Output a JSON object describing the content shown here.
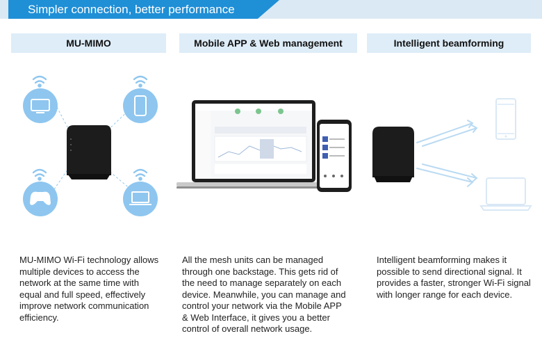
{
  "banner": {
    "title": "Simpler connection, better performance"
  },
  "columns": [
    {
      "heading": "MU-MIMO",
      "description": "MU-MIMO Wi-Fi technology allows multiple devices to access the network at the same time with equal and full speed, effectively improve network communication efficiency."
    },
    {
      "heading": "Mobile APP & Web management",
      "description": "All the mesh units can be managed through one backstage. This gets rid of the need to manage separately on each device. Meanwhile, you can manage and control your network via the Mobile APP & Web Interface, it gives you a better control of overall network usage."
    },
    {
      "heading": "Intelligent beamforming",
      "description": "Intelligent beamforming makes it possible to send directional signal. It provides a faster, stronger Wi-Fi signal with longer range for each device."
    }
  ],
  "colors": {
    "banner": "#1f8fd6",
    "header_bg": "#deedf8",
    "top_strip": "#dbe9f4",
    "device_circle": "#8ec6ef"
  },
  "icons": [
    "wifi-icon",
    "tv-icon",
    "phone-icon",
    "gamepad-icon",
    "laptop-icon",
    "router-icon",
    "laptop-screen-icon",
    "smartphone-icon",
    "beam-arrows-icon"
  ]
}
